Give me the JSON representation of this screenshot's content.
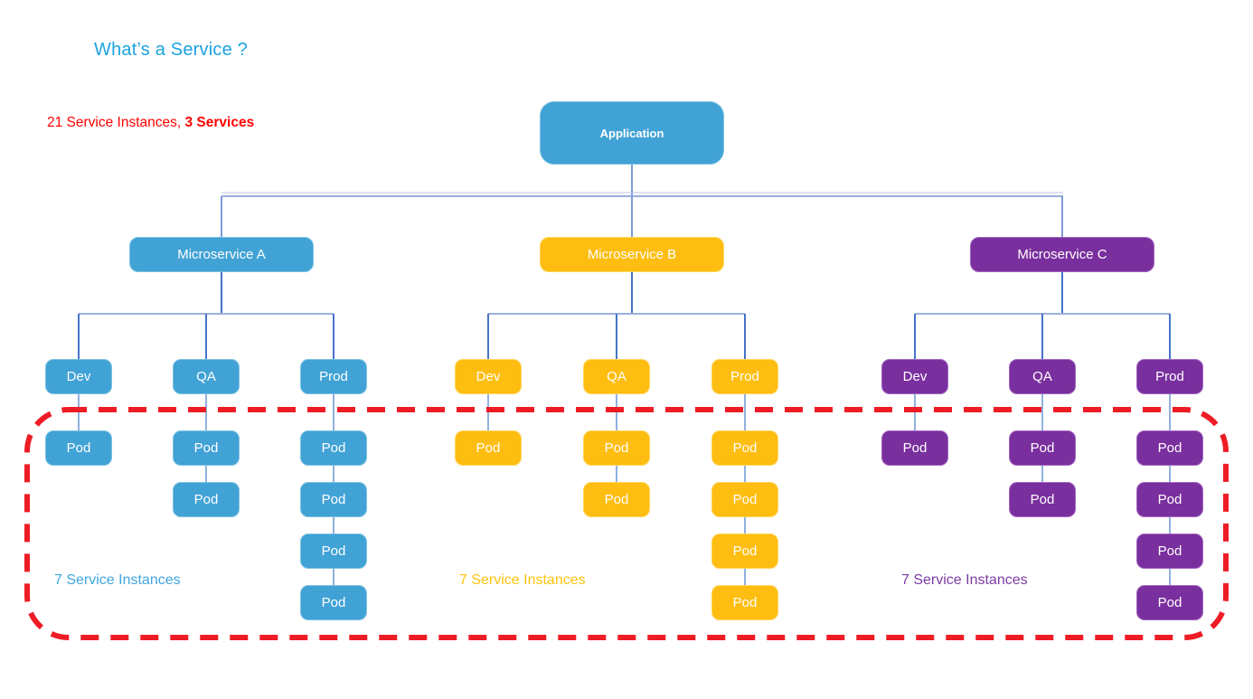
{
  "title": "What’s a Service ?",
  "summary": {
    "prefix": "21 Service Instances, ",
    "bold": "3 Services"
  },
  "root": {
    "label": "Application"
  },
  "microservices": [
    {
      "label": "Microservice A",
      "color": "#41A2D5",
      "instances_label": "7 Service Instances",
      "envs": [
        {
          "label": "Dev",
          "pods": [
            "Pod"
          ]
        },
        {
          "label": "QA",
          "pods": [
            "Pod",
            "Pod"
          ]
        },
        {
          "label": "Prod",
          "pods": [
            "Pod",
            "Pod",
            "Pod",
            "Pod"
          ]
        }
      ]
    },
    {
      "label": "Microservice B",
      "color": "#FEBD11",
      "instances_label": "7 Service Instances",
      "envs": [
        {
          "label": "Dev",
          "pods": [
            "Pod"
          ]
        },
        {
          "label": "QA",
          "pods": [
            "Pod",
            "Pod"
          ]
        },
        {
          "label": "Prod",
          "pods": [
            "Pod",
            "Pod",
            "Pod",
            "Pod"
          ]
        }
      ]
    },
    {
      "label": "Microservice C",
      "color": "#7A2F9E",
      "instances_label": "7 Service Instances",
      "envs": [
        {
          "label": "Dev",
          "pods": [
            "Pod"
          ]
        },
        {
          "label": "QA",
          "pods": [
            "Pod",
            "Pod"
          ]
        },
        {
          "label": "Prod",
          "pods": [
            "Pod",
            "Pod",
            "Pod",
            "Pod"
          ]
        }
      ]
    }
  ],
  "colors": {
    "service_a": "#41A2D5",
    "service_b": "#FEBD11",
    "service_c": "#7A2F9E",
    "title_text": "#1CA3E1",
    "summary_text": "#FF0000",
    "outline_red": "#EE1C25",
    "connector_light": "#9BAEDE",
    "connector_dark": "#4674C8"
  }
}
